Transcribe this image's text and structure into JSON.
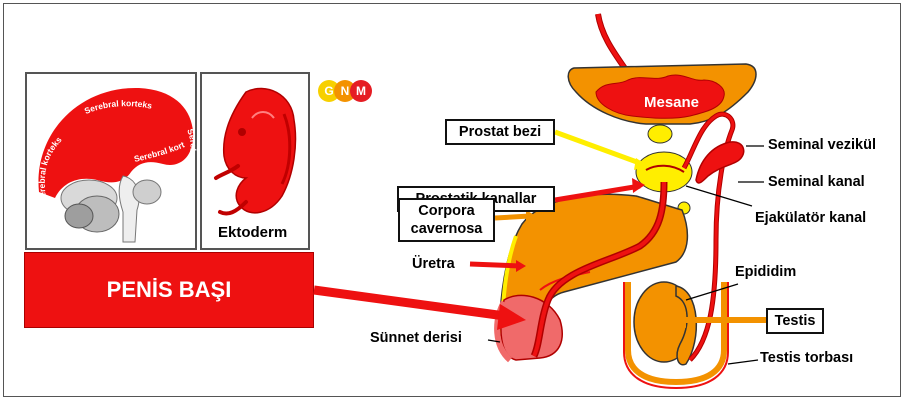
{
  "brain_panel": {
    "texts": [
      "Serebral korteks",
      "Serebral korteks",
      "Serebral korteks",
      "Serebral korteks"
    ]
  },
  "embryo_panel": {
    "caption": "Ektoderm"
  },
  "logo": {
    "letters": [
      "G",
      "N",
      "M"
    ]
  },
  "main_label": "PENİS BAŞI",
  "labels": {
    "mesane": "Mesane",
    "prostat_bezi": "Prostat bezi",
    "prostatik_kanallar": "Prostatik kanallar",
    "corpora_line1": "Corpora",
    "corpora_line2": "cavernosa",
    "uretra": "Üretra",
    "sunnet_derisi": "Sünnet derisi",
    "seminal_vezikul": "Seminal vezikül",
    "seminal_kanal": "Seminal kanal",
    "ejakulator_kanal": "Ejakülatör kanal",
    "epididim": "Epididim",
    "testis": "Testis",
    "testis_torbasi": "Testis torbası"
  },
  "colors": {
    "red": "#ee1111",
    "orange": "#f39200",
    "yellow": "#ffee00",
    "pink": "#f06a6a"
  }
}
